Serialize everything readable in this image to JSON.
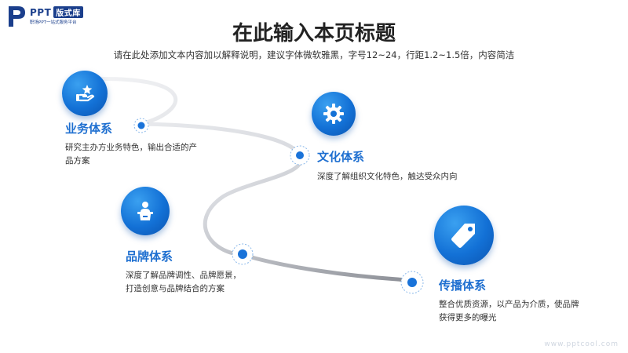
{
  "brand": {
    "name": "PPT",
    "badge": "版式库",
    "tagline": "职场PPT一站式服务平台"
  },
  "header": {
    "title": "在此输入本页标题",
    "subtitle": "请在此处添加文本内容加以解释说明，建议字体微软雅黑，字号12~24，行距1.2~1.5倍，内容简洁"
  },
  "nodes": [
    {
      "icon": "hand-star-icon",
      "title": "业务体系",
      "desc_line1": "研究主办方业务特色，输出合适的产",
      "desc_line2": "品方案"
    },
    {
      "icon": "gear-icon",
      "title": "文化体系",
      "desc_line1": "深度了解组织文化特色，触达受众内向",
      "desc_line2": ""
    },
    {
      "icon": "podium-person-icon",
      "title": "品牌体系",
      "desc_line1": "深度了解品牌调性、品牌愿景，",
      "desc_line2": "打造创意与品牌结合的方案"
    },
    {
      "icon": "price-tag-icon",
      "title": "传播体系",
      "desc_line1": "整合优质资源，以产品为介质，使品牌",
      "desc_line2": "获得更多的曝光"
    }
  ],
  "watermark": "www.pptcool.com",
  "colors": {
    "accent": "#1371d6",
    "title_blue": "#1e6fd0",
    "brand": "#1b3f8c"
  }
}
